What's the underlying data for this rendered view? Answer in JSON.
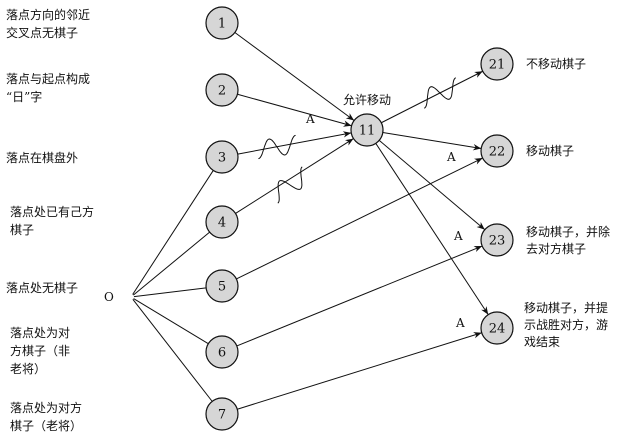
{
  "diagram": {
    "left_labels": [
      [
        "落点方向的邻近",
        "交叉点无棋子"
      ],
      [
        "落点与起点构成",
        "“日”字"
      ],
      [
        "落点在棋盘外"
      ],
      [
        "落点处已有己方",
        "棋子"
      ],
      [
        "落点处无棋子"
      ],
      [
        "落点处为对",
        "方棋子（非",
        "老将）"
      ],
      [
        "落点处为对方",
        "棋子（老将）"
      ]
    ],
    "origin_label": "O",
    "input_nodes": [
      "1",
      "2",
      "3",
      "4",
      "5",
      "6",
      "7"
    ],
    "hub_node": "11",
    "hub_label": "允许移动",
    "output_nodes": [
      "21",
      "22",
      "23",
      "24"
    ],
    "output_labels": [
      [
        "不移动棋子"
      ],
      [
        "移动棋子"
      ],
      [
        "移动棋子，并除",
        "去对方棋子"
      ],
      [
        "移动棋子，并提",
        "示战胜对方，游",
        "戏结束"
      ]
    ],
    "edge_label": "A"
  }
}
